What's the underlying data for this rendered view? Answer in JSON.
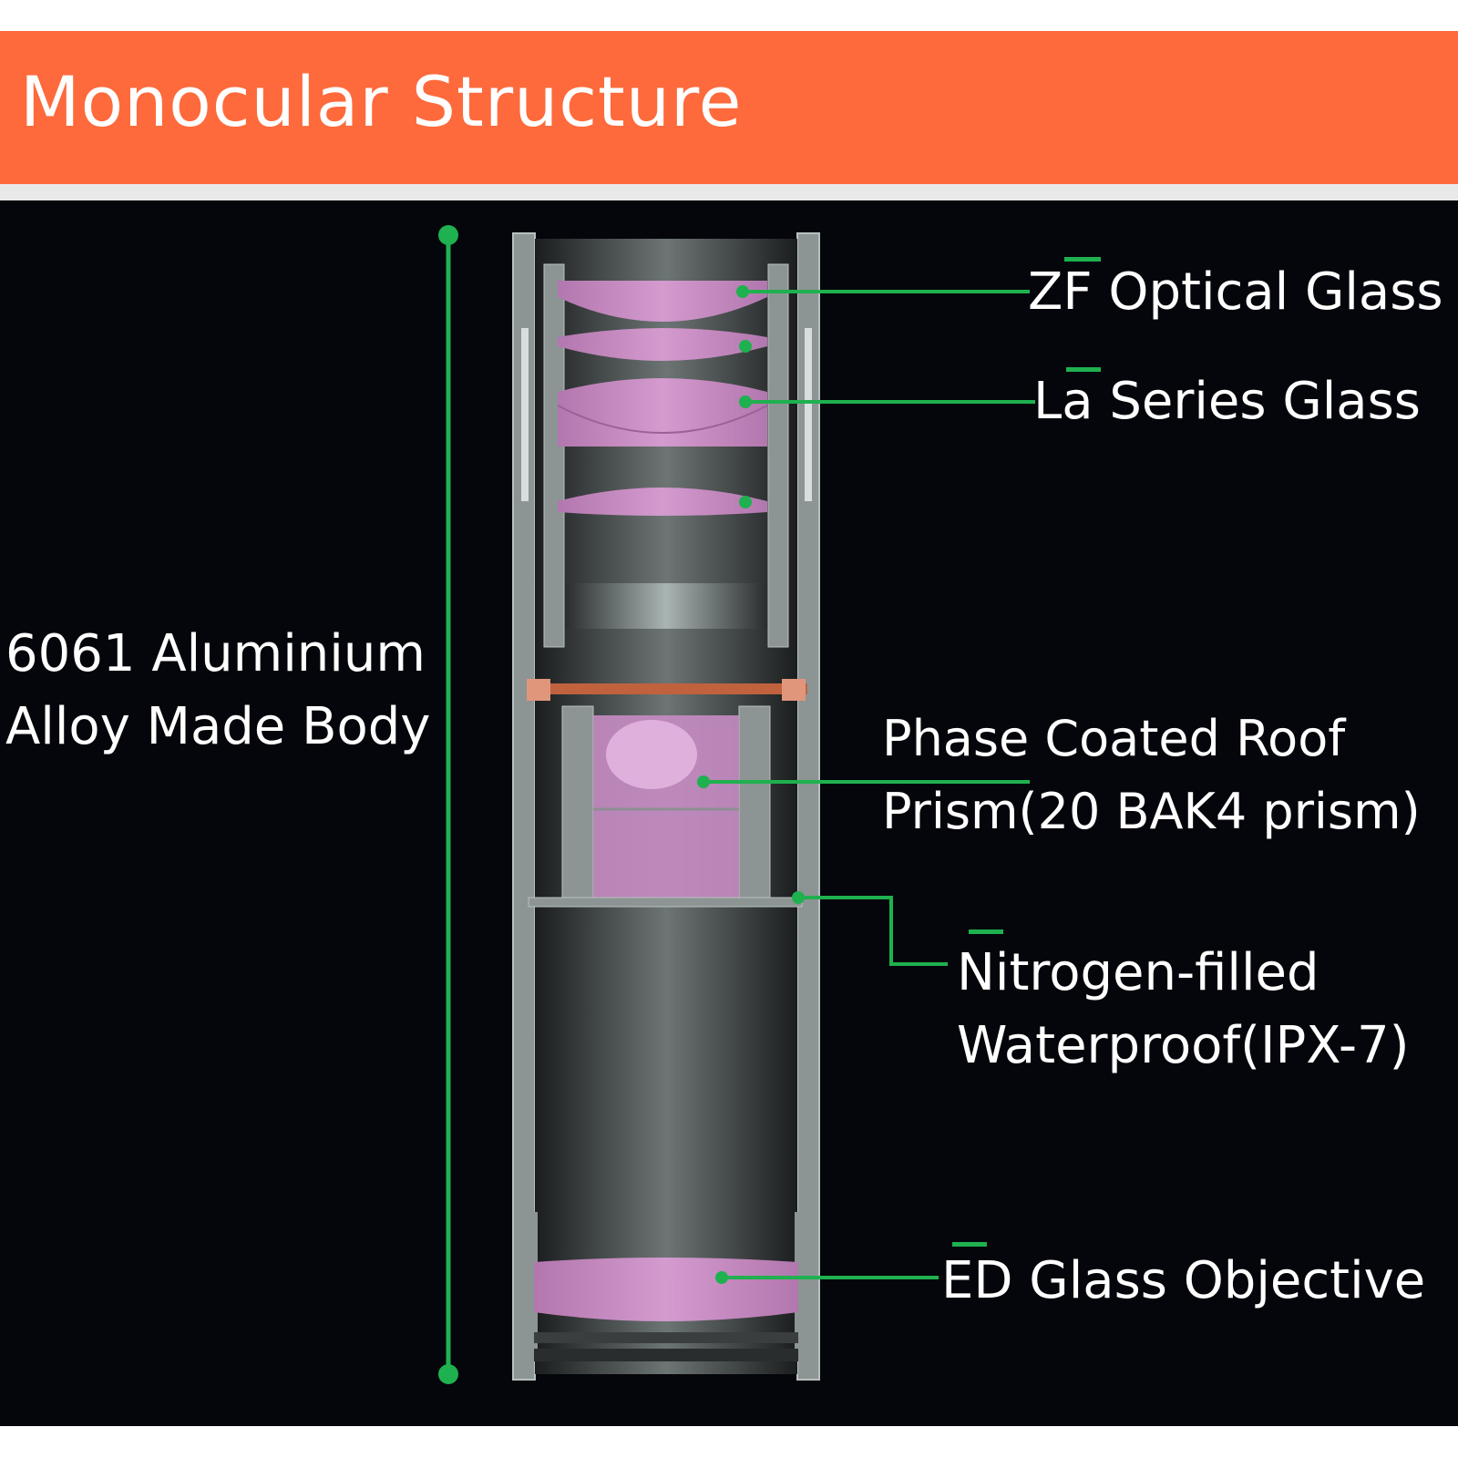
{
  "title": "Monocular Structure",
  "colors": {
    "banner": "#ff6a3c",
    "background": "#05060c",
    "leader": "#1fb04f",
    "lens": "#c98bc4",
    "body_metal": "#8c9594"
  },
  "labels": {
    "zf_glass": "ZF Optical Glass",
    "la_glass": "La Series Glass",
    "body_line1": "6061 Aluminium",
    "body_line2": "Alloy Made Body",
    "prism_line1": "Phase Coated Roof",
    "prism_line2": "Prism(20 BAK4 prism)",
    "nitrogen_line1": "Nitrogen-filled",
    "nitrogen_line2": "Waterproof(IPX-7)",
    "ed_glass": "ED Glass Objective"
  }
}
